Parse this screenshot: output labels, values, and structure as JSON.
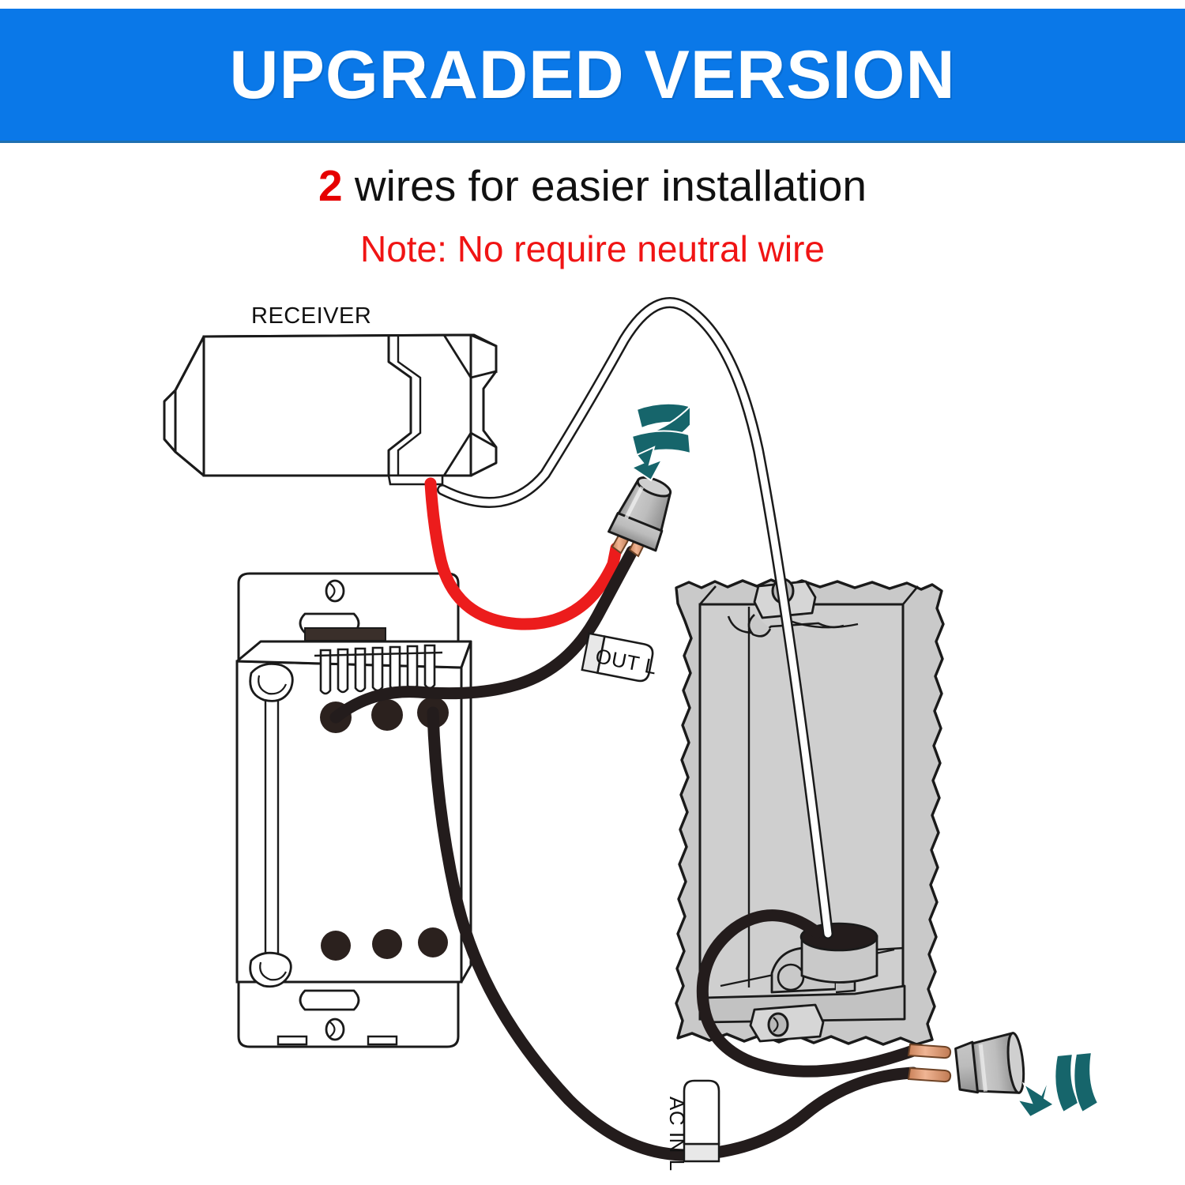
{
  "banner": {
    "title": "UPGRADED VERSION",
    "background_color": "#0a78e8",
    "text_color": "#ffffff"
  },
  "subtitles": {
    "main_accent": "2",
    "main_rest": " wires for easier installation",
    "note": "Note: No require neutral wire",
    "accent_color": "#e60000",
    "note_color": "#f01414"
  },
  "diagram": {
    "type": "wiring-installation-diagram",
    "receiver_caption": "RECEIVER",
    "labels": {
      "out_l": "OUT L",
      "ac_in_l": "AC IN L"
    },
    "components": [
      {
        "name": "receiver-module",
        "description": "RF receiver module line-art enclosure at top left"
      },
      {
        "name": "smart-switch",
        "description": "Wall switch body with mounting yoke at middle left"
      },
      {
        "name": "wall-box",
        "description": "Gray metal electrical wall box with torn drywall edge at right"
      },
      {
        "name": "wire-nut-upper",
        "description": "Gray wire connector cap above the red and black lead pair"
      },
      {
        "name": "wire-nut-lower",
        "description": "Gray wire connector cap right of the two black AC IN leads"
      }
    ],
    "wires": [
      {
        "name": "red-lead",
        "color": "#ec1c1c",
        "from": "receiver",
        "to": "out-l-junction"
      },
      {
        "name": "white-lead",
        "color": "#ffffff",
        "from": "receiver",
        "to": "wall-box-knockout"
      },
      {
        "name": "black-out-l",
        "color": "#231c1c",
        "from": "switch-terminal",
        "to": "out-l-junction"
      },
      {
        "name": "black-ac-in-l",
        "color": "#231c1c",
        "from": "switch-terminal",
        "to": "ac-in-l-junction"
      },
      {
        "name": "black-box-lead",
        "color": "#231c1c",
        "from": "wall-box-knockout",
        "to": "ac-in-l-junction"
      }
    ],
    "colors": {
      "wire_red": "#ec1c1c",
      "wire_black": "#231c1c",
      "copper": "#e0a07a",
      "wire_nut_gray": "#b4b4b4",
      "box_gray": "#c9c9c9",
      "arrow_teal": "#16656b",
      "outline": "#1a1a1a"
    },
    "arrows": [
      {
        "name": "twist-arrow-upper",
        "color": "#16656b",
        "meaning": "twist wire nut onto leads"
      },
      {
        "name": "twist-arrow-lower",
        "color": "#16656b",
        "meaning": "twist wire nut onto leads"
      }
    ]
  }
}
